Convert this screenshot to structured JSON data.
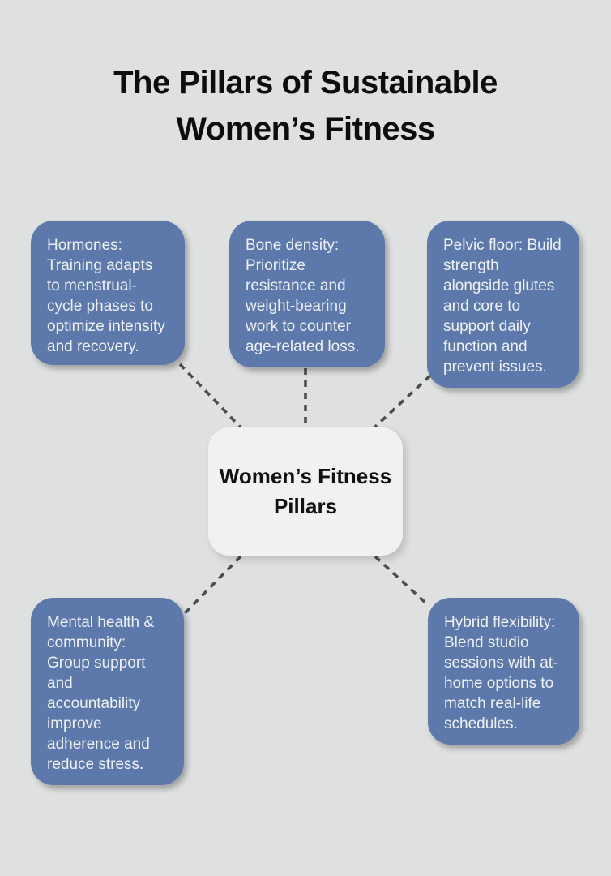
{
  "title": {
    "line1": "The Pillars of Sustainable",
    "line2": "Women’s Fitness"
  },
  "center_node": {
    "line1": "Women’s Fitness",
    "line2": "Pillars"
  },
  "pillars": [
    {
      "name": "hormones",
      "text": "Hormones:\nTraining adapts\nto menstrual-\ncycle phases to\noptimize intensity\nand recovery."
    },
    {
      "name": "bone-density",
      "text": "Bone density:\nPrioritize\nresistance and\nweight-bearing\nwork to counter\nage-related loss."
    },
    {
      "name": "pelvic-floor",
      "text": "Pelvic floor: Build\nstrength\nalongside glutes\nand core to\nsupport daily\nfunction and\nprevent issues."
    },
    {
      "name": "mental-health-community",
      "text": "Mental health &\ncommunity:\nGroup support\nand\naccountability\nimprove\nadherence and\nreduce stress."
    },
    {
      "name": "hybrid-flexibility",
      "text": "Hybrid flexibility:\nBlend studio\nsessions with at-\nhome options to\nmatch real-life\nschedules."
    }
  ],
  "colors": {
    "background": "#dfe0e0",
    "pillar_box": "#5d79ac",
    "pillar_text": "#eef1f6",
    "center_box": "#f1f1f2",
    "center_text": "#111111",
    "title_text": "#0d0d0d",
    "connector": "#4d4d4d"
  }
}
